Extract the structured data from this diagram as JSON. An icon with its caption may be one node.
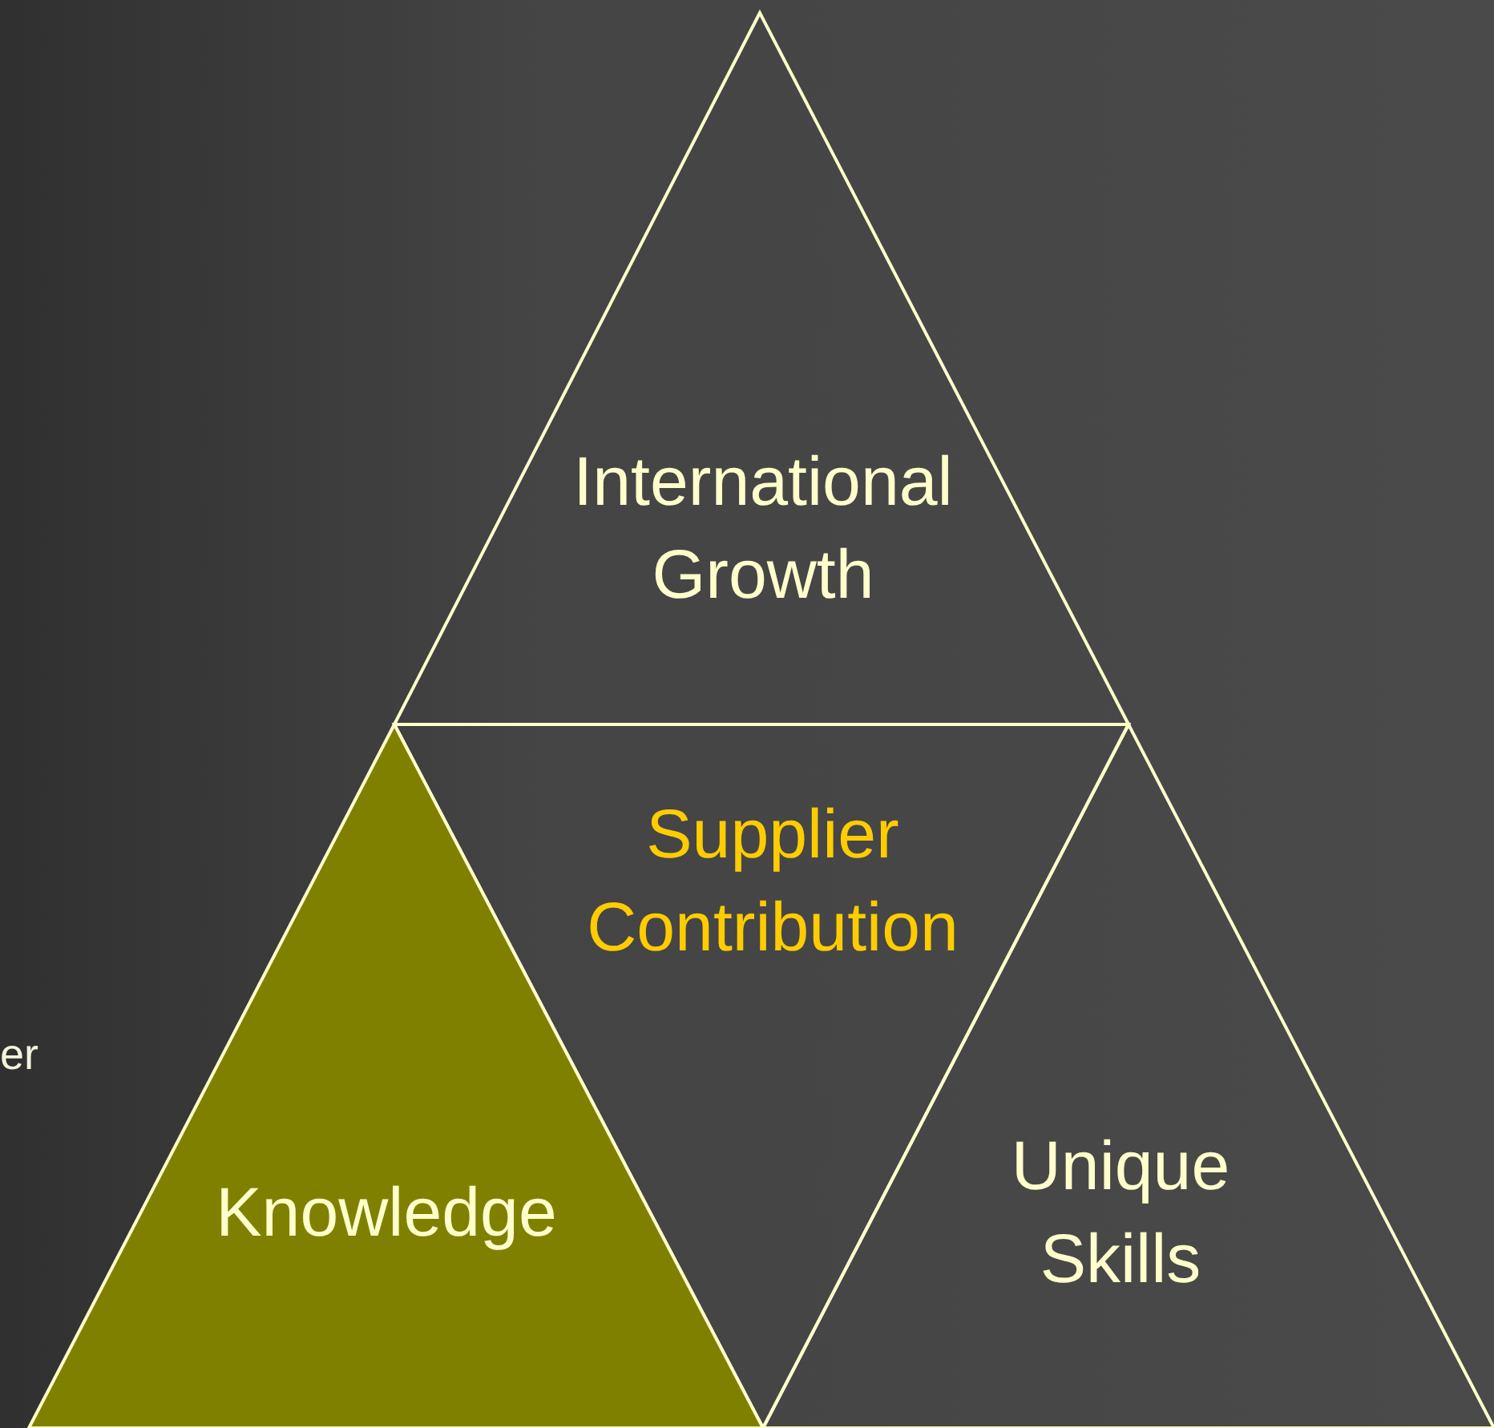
{
  "diagram": {
    "nodes": [
      {
        "text": [
          "International Growth"
        ]
      },
      {
        "text": [
          "Supplier Contribution"
        ]
      },
      {
        "text": [
          "Knowledge"
        ]
      },
      {
        "text": [
          "Unique Skills"
        ]
      }
    ],
    "labels": [
      "er"
    ]
  }
}
